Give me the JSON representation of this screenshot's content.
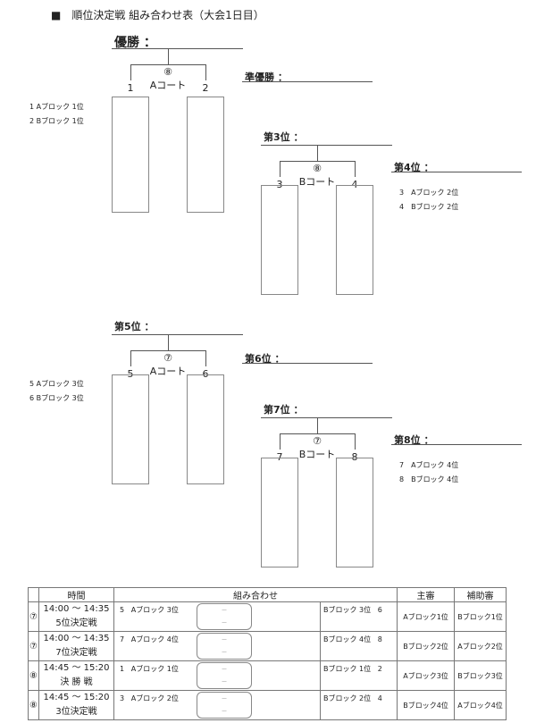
{
  "title": "■　順位決定戦 組み合わせ表（大会1日目）",
  "brackets": [
    {
      "winner": "優勝 ：",
      "runner": "準優勝 ：",
      "match": "⑧",
      "court": "Aコート",
      "left": "1",
      "right": "2",
      "side": [
        "1 Aブロック 1位",
        "2 Bブロック 1位"
      ]
    },
    {
      "winner": "第3位 ：",
      "runner": "第4位 ：",
      "match": "⑧",
      "court": "Bコート",
      "left": "3",
      "right": "4",
      "side": [
        "3　Aブロック 2位",
        "4　Bブロック 2位"
      ]
    },
    {
      "winner": "第5位 ：",
      "runner": "第6位 ：",
      "match": "⑦",
      "court": "Aコート",
      "left": "5",
      "right": "6",
      "side": [
        "5 Aブロック 3位",
        "6 Bブロック 3位"
      ]
    },
    {
      "winner": "第7位 ：",
      "runner": "第8位 ：",
      "match": "⑦",
      "court": "Bコート",
      "left": "7",
      "right": "8",
      "side": [
        "7　Aブロック 4位",
        "8　Bブロック 4位"
      ]
    }
  ],
  "table": {
    "headers": [
      "時間",
      "組み合わせ",
      "主審",
      "補助審"
    ],
    "rows": [
      {
        "match": "⑦",
        "time": "14:00 ～ 14:35",
        "name": "5位決定戦",
        "ln": "5",
        "lt": "Aブロック 3位",
        "rt": "Bブロック 3位",
        "rn": "6",
        "dash": "－",
        "ref": "Aブロック1位",
        "asst": "Bブロック1位"
      },
      {
        "match": "⑦",
        "time": "14:00 ～ 14:35",
        "name": "7位決定戦",
        "ln": "7",
        "lt": "Aブロック 4位",
        "rt": "Bブロック 4位",
        "rn": "8",
        "dash": "－",
        "ref": "Bブロック2位",
        "asst": "Aブロック2位"
      },
      {
        "match": "⑧",
        "time": "14:45 ～ 15:20",
        "name": "決 勝 戦",
        "ln": "1",
        "lt": "Aブロック 1位",
        "rt": "Bブロック 1位",
        "rn": "2",
        "dash": "－",
        "ref": "Aブロック3位",
        "asst": "Bブロック3位"
      },
      {
        "match": "⑧",
        "time": "14:45 ～ 15:20",
        "name": "3位決定戦",
        "ln": "3",
        "lt": "Aブロック 2位",
        "rt": "Bブロック 2位",
        "rn": "4",
        "dash": "－",
        "ref": "Bブロック4位",
        "asst": "Aブロック4位"
      }
    ]
  }
}
